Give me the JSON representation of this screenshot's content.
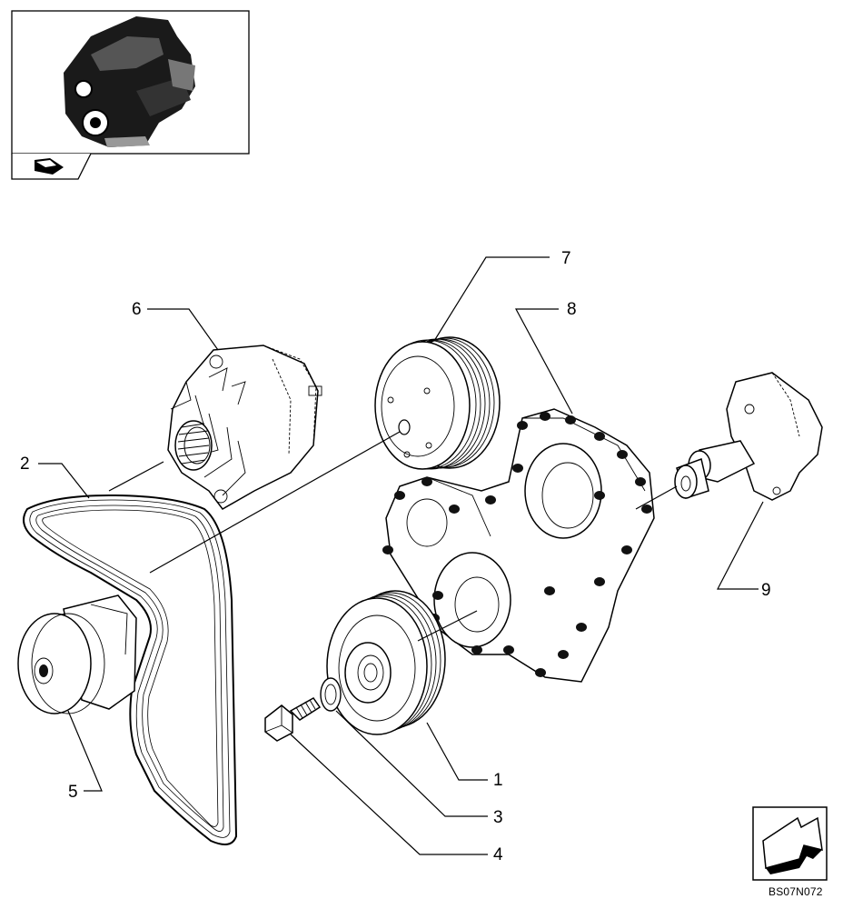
{
  "drawing_code": "BS07N072",
  "callouts": [
    {
      "id": "1",
      "label": "1"
    },
    {
      "id": "2",
      "label": "2"
    },
    {
      "id": "3",
      "label": "3"
    },
    {
      "id": "4",
      "label": "4"
    },
    {
      "id": "5",
      "label": "5"
    },
    {
      "id": "6",
      "label": "6"
    },
    {
      "id": "7",
      "label": "7"
    },
    {
      "id": "8",
      "label": "8"
    },
    {
      "id": "9",
      "label": "9"
    }
  ],
  "icons": {
    "locator_arrow": "arrow-icon",
    "next_page_arrow": "arrow-icon"
  }
}
